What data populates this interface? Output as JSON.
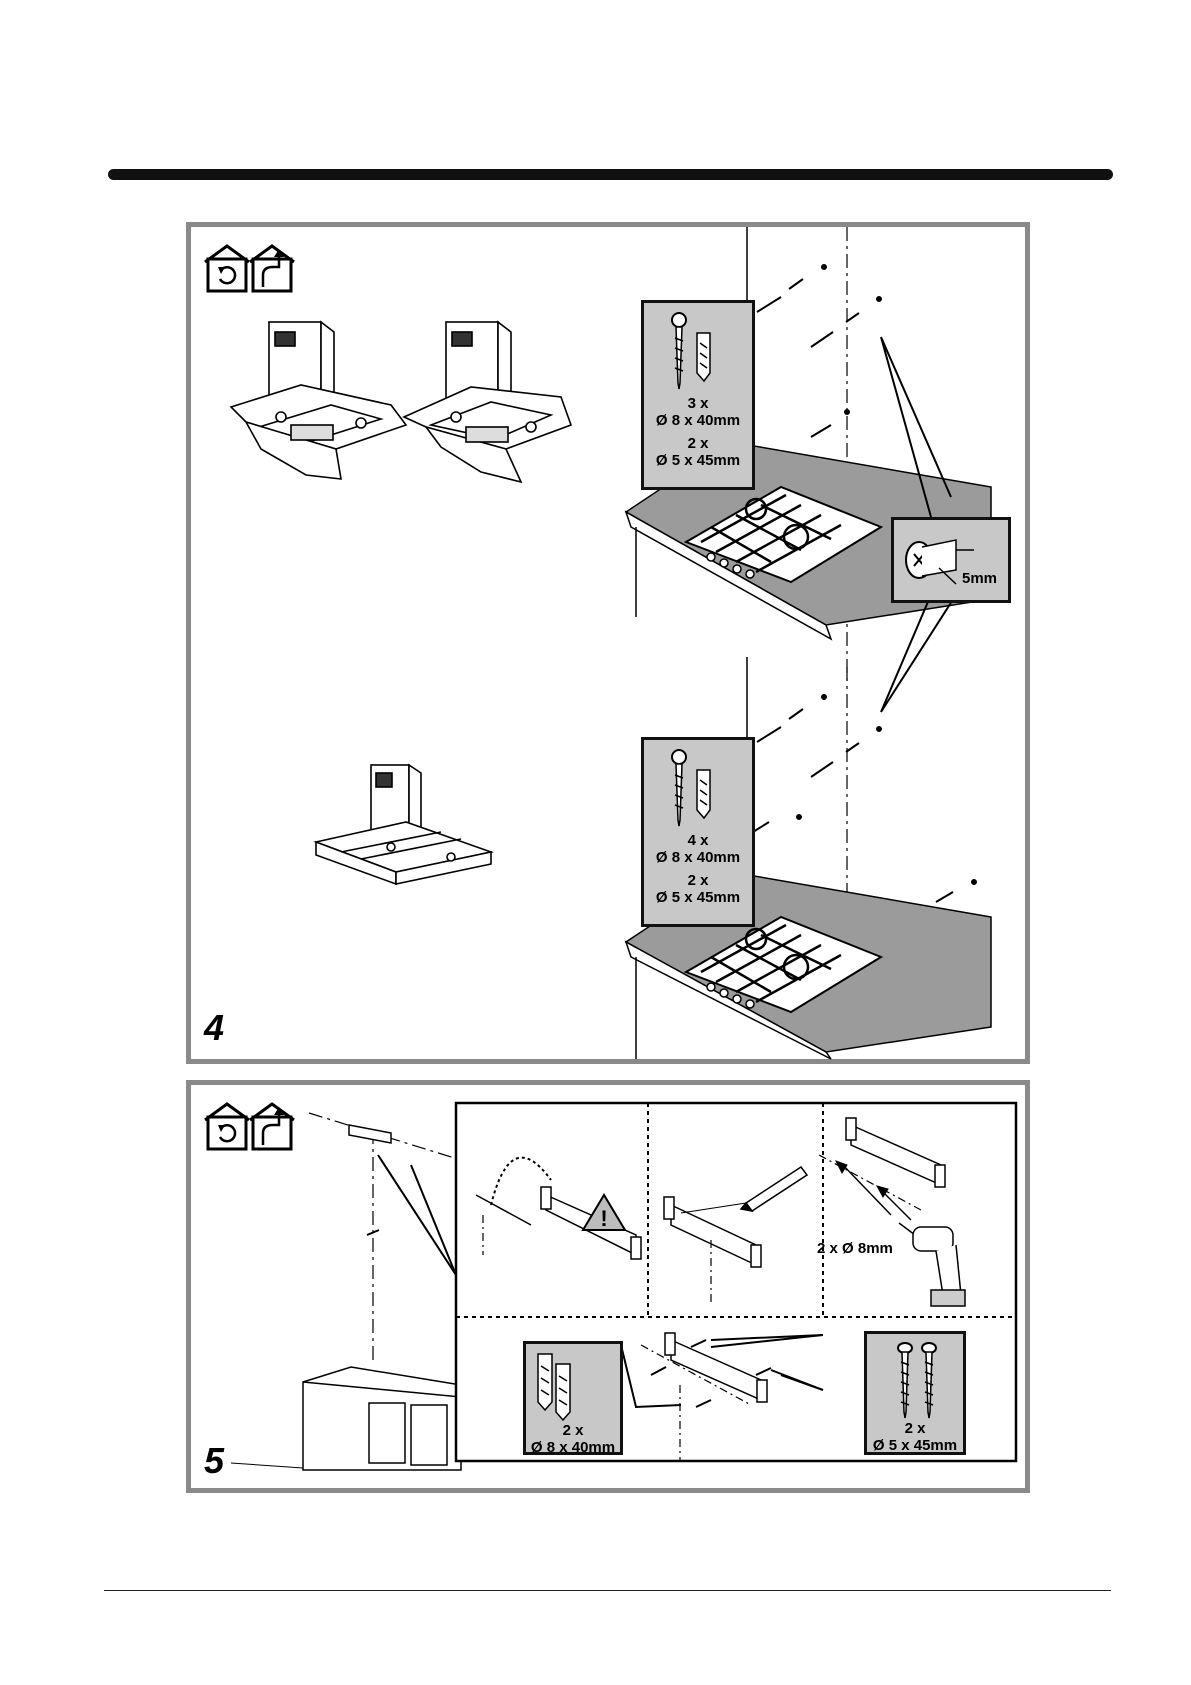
{
  "step4": {
    "number": "4",
    "upper_callout": {
      "line1": "3 x",
      "line2": "Ø 8 x 40mm",
      "line3": "2 x",
      "line4": "Ø 5 x 45mm"
    },
    "lower_callout": {
      "line1": "4 x",
      "line2": "Ø 8 x 40mm",
      "line3": "2 x",
      "line4": "Ø 5 x 45mm"
    },
    "detail_label": "5mm"
  },
  "step5": {
    "number": "5",
    "warning_symbol": "!",
    "drill_label": "2 x Ø 8mm",
    "plugs_callout": {
      "line1": "2 x",
      "line2": "Ø 8 x 40mm"
    },
    "screws_callout": {
      "line1": "2 x",
      "line2": "Ø 5 x 45mm"
    }
  },
  "icons": [
    "recirculation-mode-icon",
    "extraction-mode-icon",
    "warning-triangle-icon",
    "screw-icon",
    "wall-plug-icon",
    "pencil-icon",
    "drill-icon"
  ]
}
